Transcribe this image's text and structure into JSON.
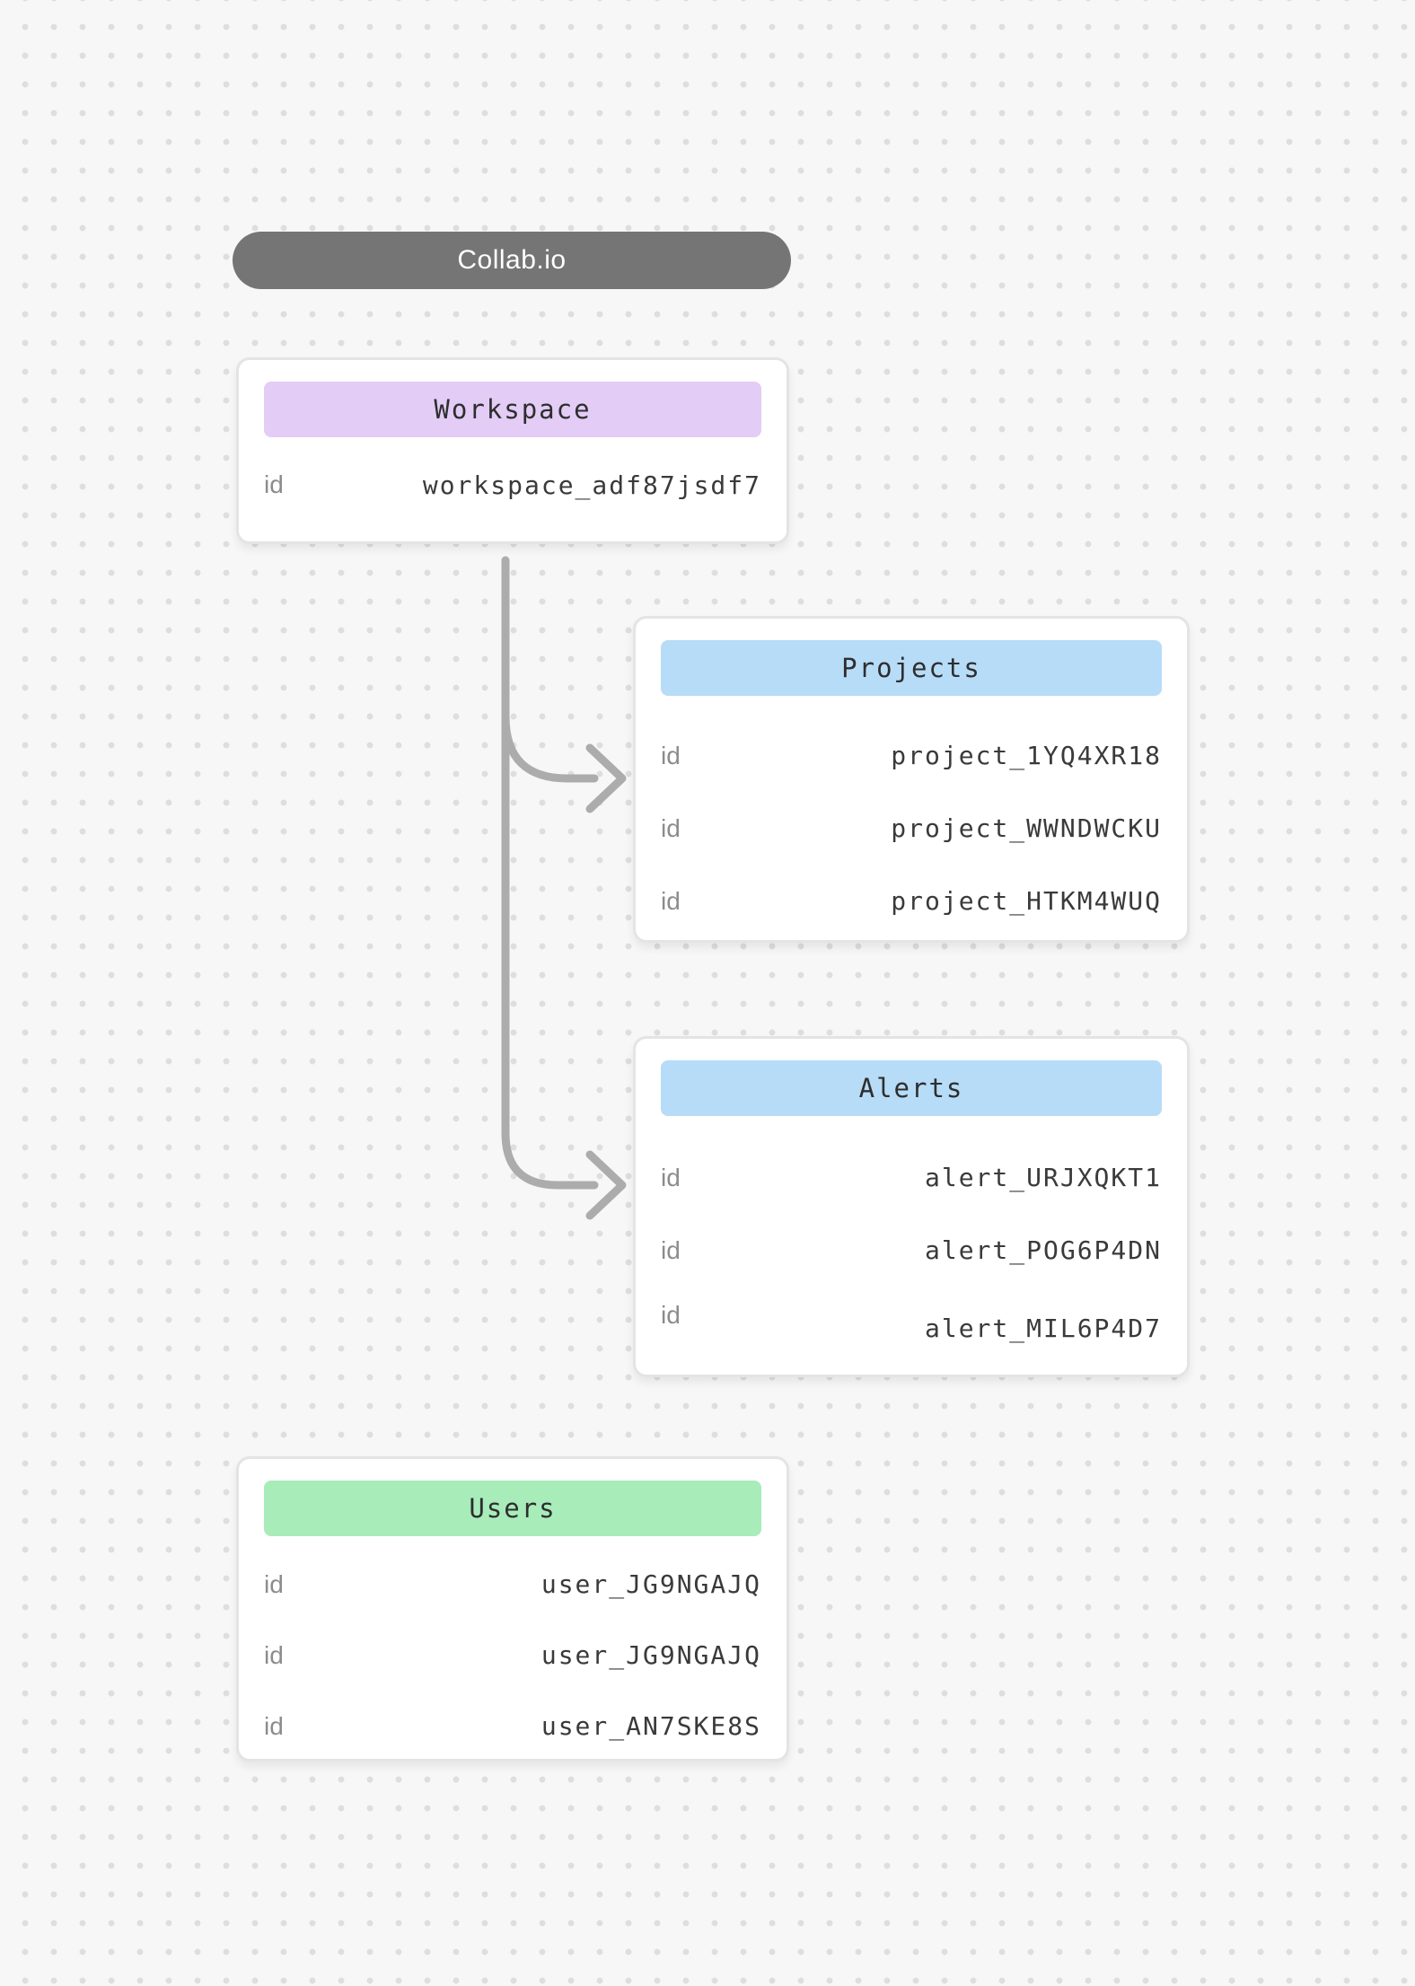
{
  "app": {
    "title": "Collab.io"
  },
  "cards": {
    "workspace": {
      "title": "Workspace",
      "accent_color": "#e3ccf5",
      "rows": [
        {
          "label": "id",
          "value": "workspace_adf87jsdf7"
        }
      ]
    },
    "projects": {
      "title": "Projects",
      "accent_color": "#b7dcf8",
      "rows": [
        {
          "label": "id",
          "value": "project_1YQ4XR18"
        },
        {
          "label": "id",
          "value": "project_WWNDWCKU"
        },
        {
          "label": "id",
          "value": "project_HTKM4WUQ"
        }
      ]
    },
    "alerts": {
      "title": "Alerts",
      "accent_color": "#b7dcf8",
      "rows": [
        {
          "label": "id",
          "value": "alert_URJXQKT1"
        },
        {
          "label": "id",
          "value": "alert_POG6P4DN"
        },
        {
          "label": "id",
          "value": "alert_MIL6P4D7"
        }
      ]
    },
    "users": {
      "title": "Users",
      "accent_color": "#a8ecba",
      "rows": [
        {
          "label": "id",
          "value": "user_JG9NGAJQ"
        },
        {
          "label": "id",
          "value": "user_JG9NGAJQ"
        },
        {
          "label": "id",
          "value": "user_AN7SKE8S"
        }
      ]
    }
  },
  "connectors": {
    "color": "#acacac",
    "links": [
      {
        "from": "workspace",
        "to": "projects"
      },
      {
        "from": "workspace",
        "to": "alerts"
      }
    ]
  },
  "colors": {
    "pill_background": "#757575",
    "pill_text": "#ffffff",
    "card_border": "#e5e4e5",
    "label_gray": "#8c8c8c",
    "value_dark": "#3a3a3a",
    "canvas_background": "#f8f7f8",
    "dot_grid": "#dfdddf"
  }
}
